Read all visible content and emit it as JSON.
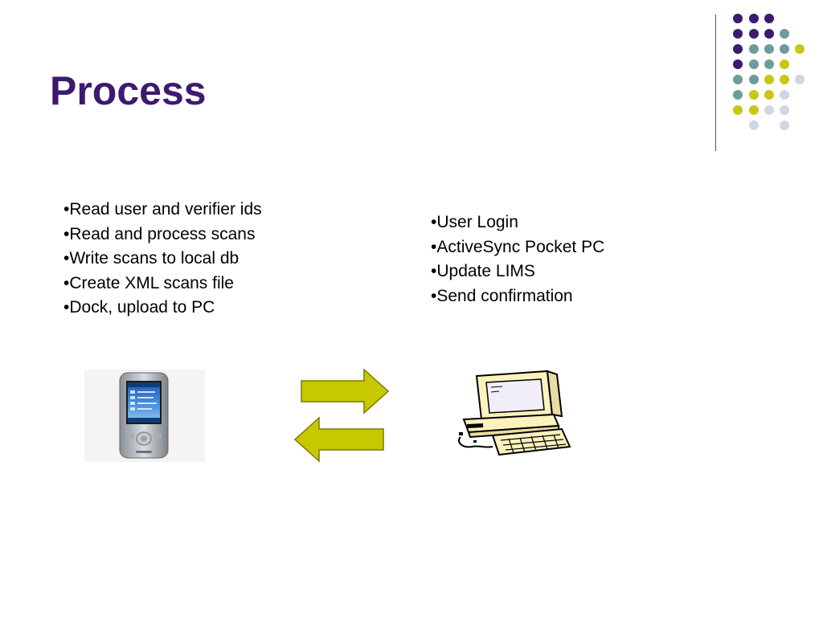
{
  "slide": {
    "title": "Process"
  },
  "left_list": {
    "items": [
      "•Read user and verifier ids",
      "•Read and process scans",
      "•Write scans to local db",
      "•Create XML scans file",
      "•Dock, upload to PC"
    ]
  },
  "right_list": {
    "items": [
      "•User Login",
      "•ActiveSync Pocket PC",
      "•Update LIMS",
      "•Send confirmation"
    ]
  },
  "colors": {
    "title": "#3d1a6e",
    "dot_purple": "#3d1a6e",
    "dot_teal": "#6e9c9c",
    "dot_yellow": "#c8c814",
    "dot_lavender": "#d4d4e4",
    "arrow_fill": "#c8c800",
    "computer_fill": "#fcf2bc"
  },
  "icons": {
    "handheld": "pocket-pc-icon",
    "computer": "desktop-computer-icon",
    "arrow_right": "right-arrow-icon",
    "arrow_left": "left-arrow-icon"
  }
}
